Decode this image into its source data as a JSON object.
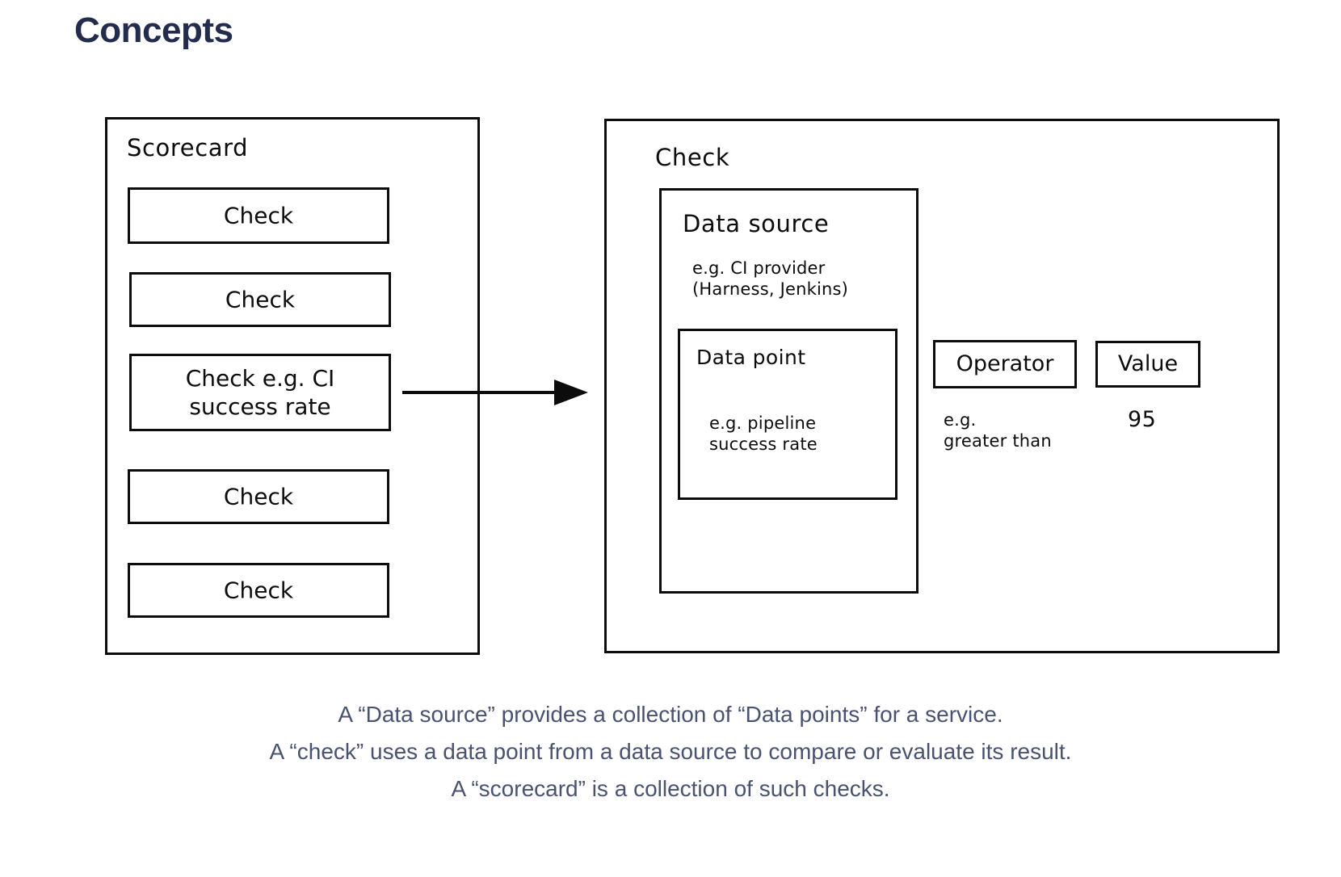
{
  "page": {
    "title": "Concepts",
    "title_color": "#232c4d",
    "caption_color": "#4a5271",
    "stroke_color": "#0c0c0c",
    "background": "#ffffff"
  },
  "scorecard": {
    "label": "Scorecard",
    "checks": [
      {
        "label": "Check"
      },
      {
        "label": "Check"
      },
      {
        "label": "Check e.g. CI\nsuccess rate"
      },
      {
        "label": "Check"
      },
      {
        "label": "Check"
      }
    ]
  },
  "check_detail": {
    "label": "Check",
    "data_source": {
      "label": "Data source",
      "example": "e.g. CI provider\n(Harness, Jenkins)",
      "data_point": {
        "label": "Data point",
        "example": "e.g. pipeline\nsuccess rate"
      }
    },
    "operator": {
      "label": "Operator",
      "example": "e.g.\ngreater than"
    },
    "value": {
      "label": "Value",
      "example": "95"
    }
  },
  "arrow": {
    "name": "arrow-right"
  },
  "caption": {
    "lines": [
      "A “Data source” provides a collection of “Data points” for a service.",
      "A “check” uses a data point from a data source to compare or evaluate its result.",
      "A “scorecard” is a collection of such checks."
    ]
  }
}
